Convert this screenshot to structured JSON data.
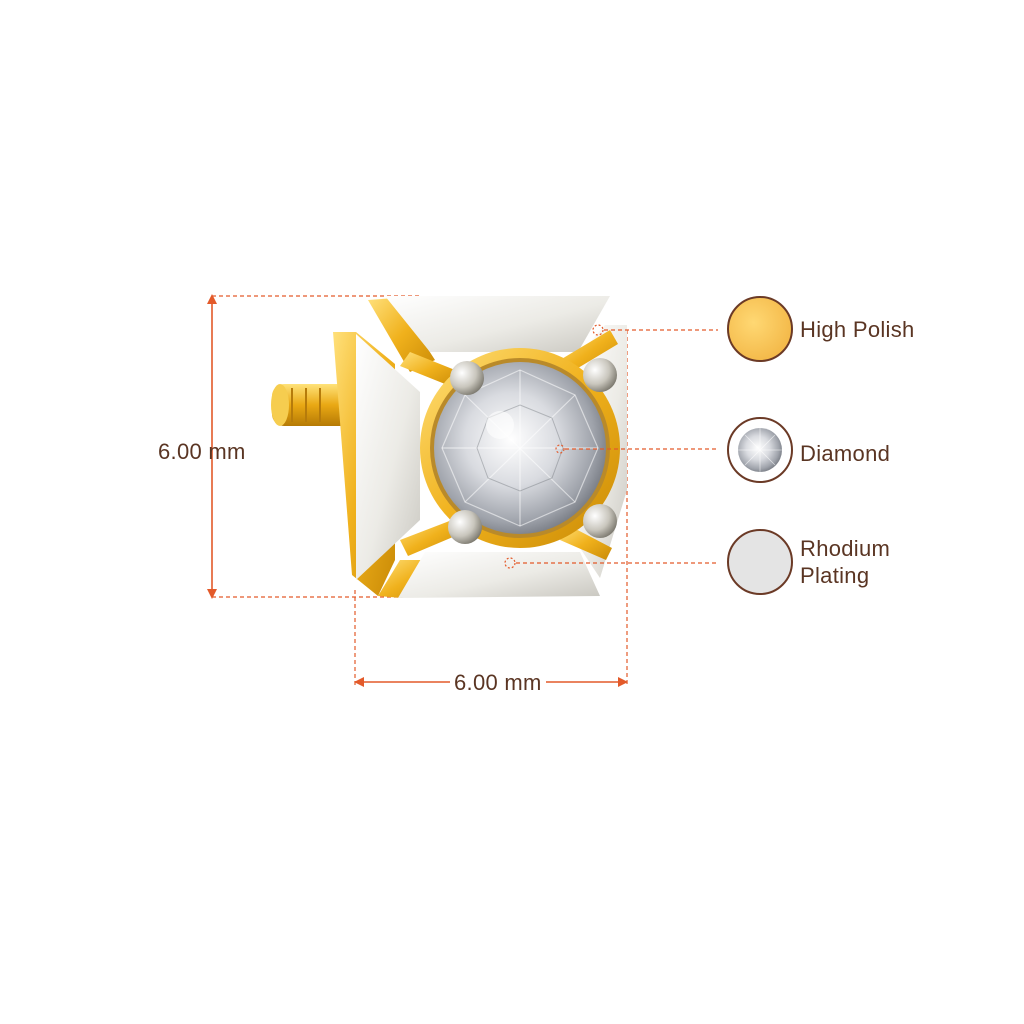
{
  "dimensions": {
    "height_label": "6.00 mm",
    "width_label": "6.00 mm"
  },
  "legend": [
    {
      "id": "high-polish",
      "label": "High Polish"
    },
    {
      "id": "diamond",
      "label": "Diamond"
    },
    {
      "id": "rhodium",
      "label": "Rhodium Plating"
    }
  ],
  "colors": {
    "guide_line": "#e35a2a",
    "text": "#5a3523",
    "gold": "#f0b93a",
    "rhodium": "#e4e4e4",
    "swatch_border": "#6b3a26"
  }
}
